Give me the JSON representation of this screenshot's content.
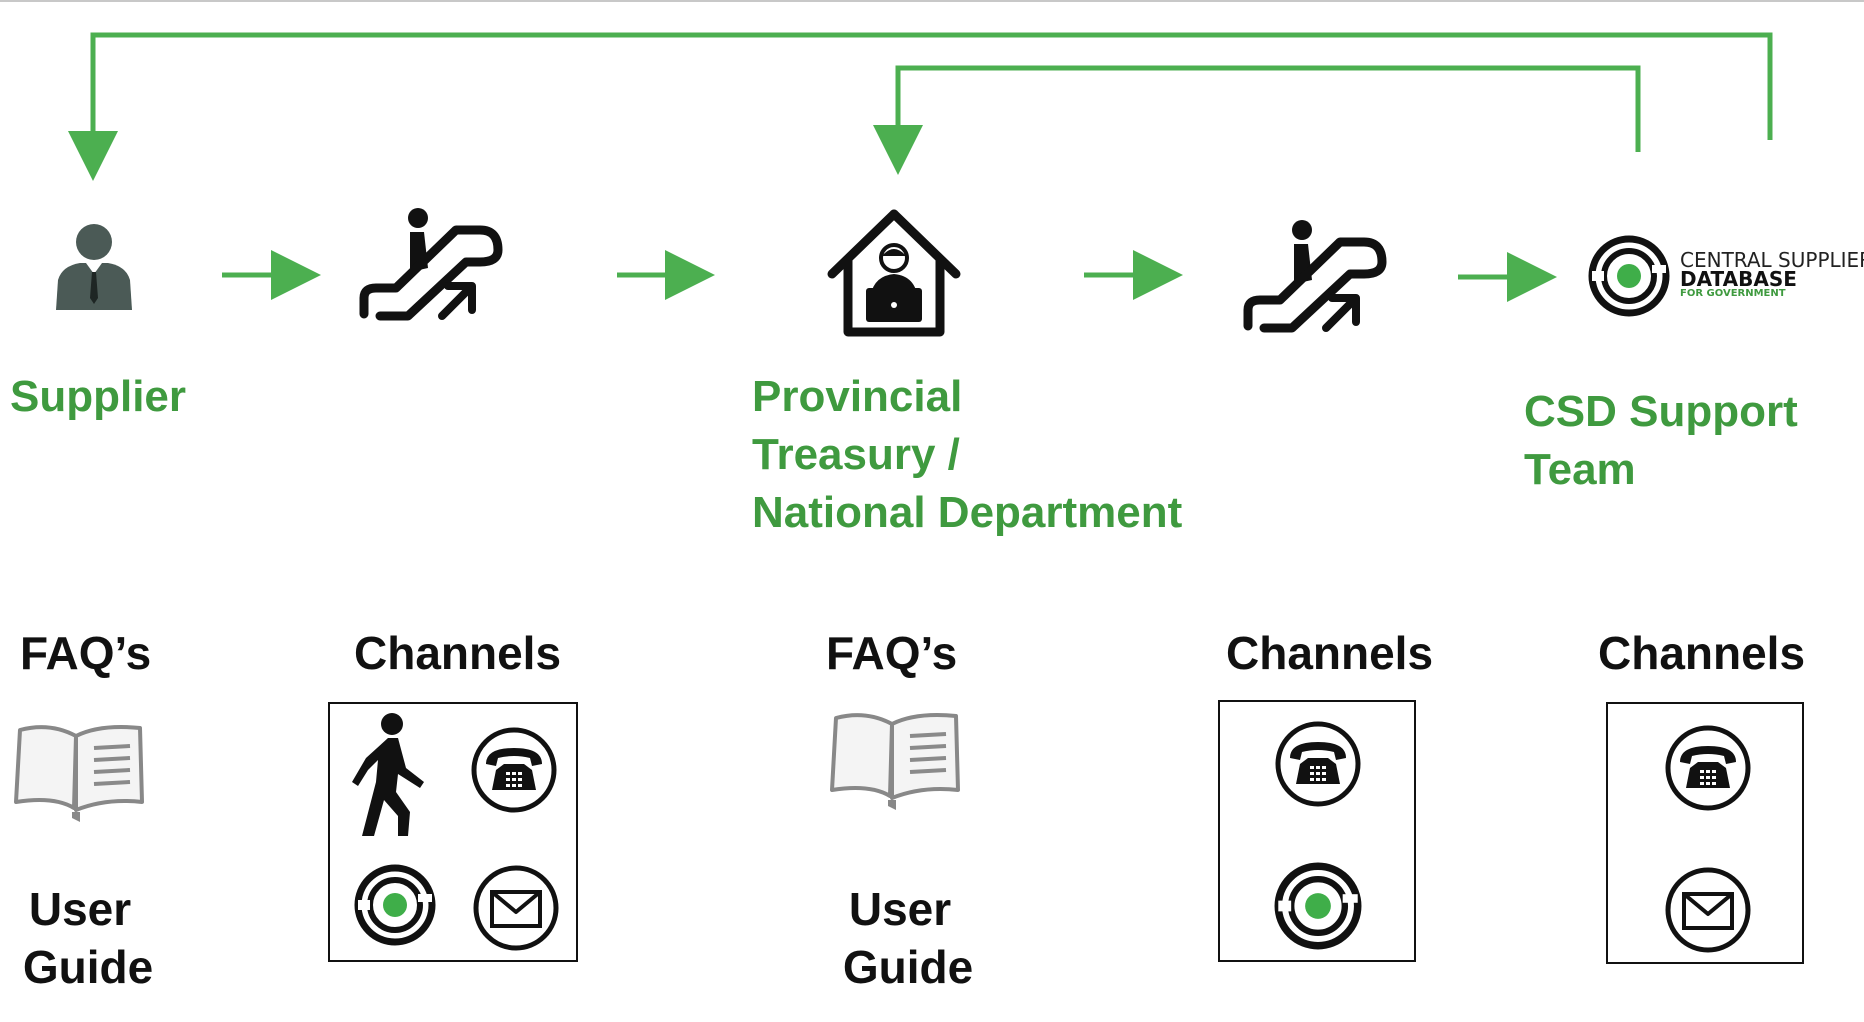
{
  "nodes": {
    "supplier": "Supplier",
    "treasury_line1": "Provincial",
    "treasury_line2": "Treasury /",
    "treasury_line3": "National Department",
    "csd_line1": "CSD Support",
    "csd_line2": "Team"
  },
  "logo": {
    "line1": "CENTRAL SUPPLIER",
    "line2": "DATABASE",
    "line3": "FOR GOVERNMENT"
  },
  "sections": {
    "faq1": "FAQ’s",
    "channels1": "Channels",
    "faq2": "FAQ’s",
    "channels2": "Channels",
    "channels3": "Channels"
  },
  "guides": {
    "guide1_line1": "User",
    "guide1_line2": "Guide",
    "guide2_line1": "User",
    "guide2_line2": "Guide"
  },
  "colors": {
    "accent_green": "#3f9a3f",
    "arrow_green": "#4caf50",
    "icon_dark": "#111111"
  }
}
